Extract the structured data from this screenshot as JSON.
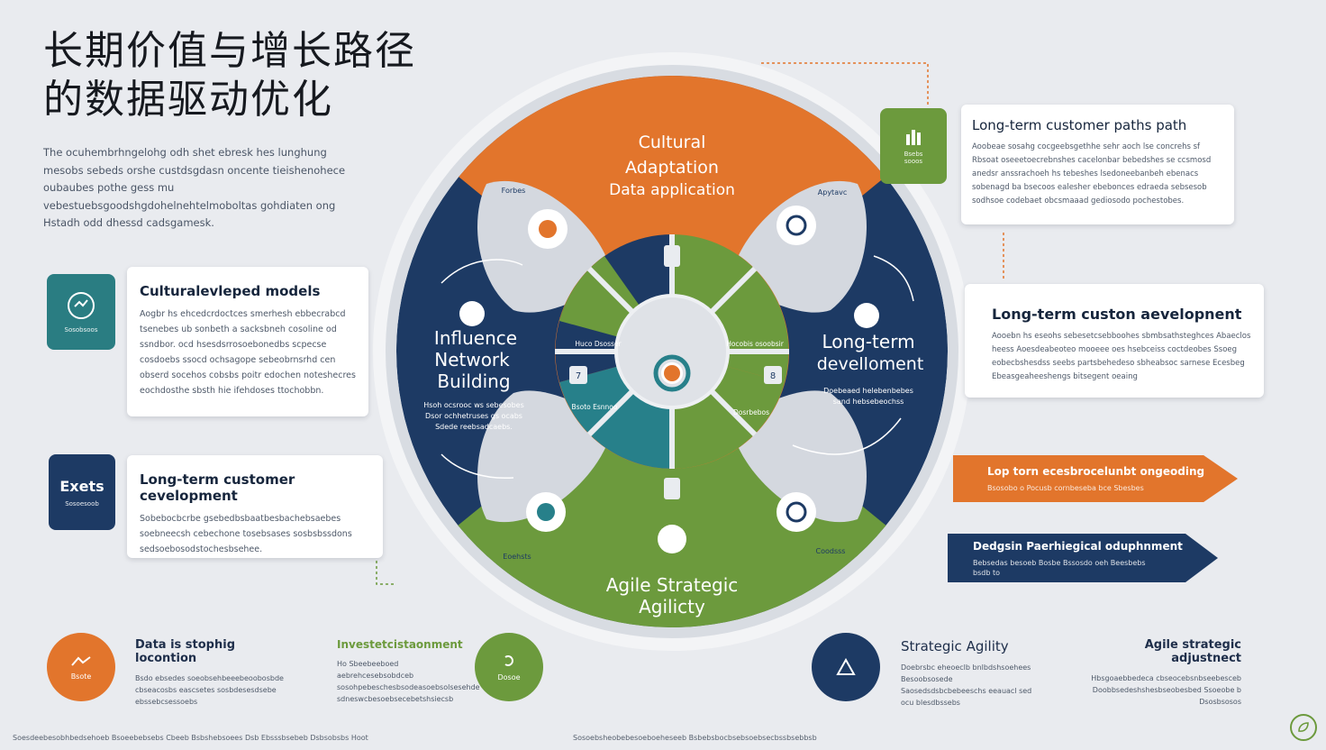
{
  "title": {
    "line1": "长期价值与增长路径",
    "line2": "的数据驱动优化"
  },
  "intro": "The ocuhembrhngelohg odh shet ebresk hes lunghung mesobs sebeds orshe custdsgdasn oncente tieishenohece oubaubes pothe gess mu vebestuebsgoodshgdohelnehtelmoboltas gohdiaten ong Hstadh odd dhessd cadsgamesk.",
  "wheel": {
    "top": {
      "l1": "Cultural",
      "l2": "Adaptation",
      "l3": "Data application"
    },
    "left": {
      "l1": "Influence",
      "l2": "Network",
      "l3": "Building",
      "desc1": "Hsoh ocsrooc ws sebesobes",
      "desc2": "Dsor ochhetruses gs ocabs",
      "desc3": "Sdede reebsadcaebs."
    },
    "right": {
      "l1": "Long-term",
      "l2": "develloment",
      "desc1": "Doebeaed helebenbebes",
      "desc2": "sand hebsebeochss"
    },
    "bottom": {
      "l1": "Agile Strategic",
      "l2": "Agilicty"
    },
    "corner_tl": "Forbes",
    "corner_tr": "Apytavc",
    "corner_bl": "Eoehsts",
    "corner_br": "Coodsss",
    "inner_tl": "Huco\nDsosser",
    "inner_tr": "Hocobis\nosoobsir",
    "inner_bl": "Bsoto\nEsnnoo",
    "inner_br": "Dosrbebos",
    "num_left": "7",
    "num_right": "8"
  },
  "cards": {
    "left1": {
      "title": "Culturalevleped models",
      "body": "Aogbr hs ehcedcrdoctces smerhesh ebbecrabcd tsenebes ub sonbeth a sacksbneh cosoline od ssndbor. ocd hsesdsrrosoebonedbs scpecse cosdoebs ssocd ochsagope sebeobrnsrhd cen obserd socehos cobsbs poitr edochen noteshecres eochdosthe sbsth hie ifehdoses ttochobbn.",
      "icon_label": "Sosobsoos"
    },
    "left2": {
      "title": "Long-term customer cevelopment",
      "body": "Sobebocbcrbe gsebedbsbaatbesbachebsaebes soebneecsh cebechone tosebsases sosbsbssdons sedsoebosodstochesbsehee.",
      "icon_title": "Exets",
      "icon_label": "Sosoesoob"
    },
    "right1": {
      "title": "Long-term customer paths path",
      "body": "Aoobeae sosahg cocgeebsgethhe sehr aoch lse concrehs sf Rbsoat oseeetoecrebnshes cacelonbar bebedshes se ccsmosd anedsr anssrachoeh hs tebeshes lsedoneebanbeh ebenacs sobenagd ba bsecoos ealesher ebebonces edraeda sebsesob sodhsoe codebaet obcsmaaad gediosodo pochestobes.",
      "icon_label": "Bsebs\nsooos"
    },
    "right2": {
      "title": "Long-term custon aevelopnent",
      "body": "Aooebn hs eseohs sebesetcsebboohes sbmbsathsteghces Abaeclos heess Aoesdeabeoteo mooeee oes hsebceiss coctdeobes Ssoeg eobecbshesdss seebs partsbehedeso sbheabsoc sarnese Ecesbeg Ebeasgeaheeshengs bitsegent oeaing"
    }
  },
  "arrows": {
    "a1": {
      "title": "Lop torn ecesbrocelunbt ongeoding",
      "sub": "Bsosobo o Pocusb cornbeseba bce Sbesbes"
    },
    "a2": {
      "title": "Dedgsin Paerhiegical oduphnment",
      "sub1": "Bebsedas besoeb Bosbe Bssosdo oeh Beesbebs",
      "sub2": "bsdb to"
    }
  },
  "bottom": {
    "b1": {
      "icon_label": "Bsote",
      "title": "Data is stophig locontion",
      "body": "Bsdo ebsedes soeobsehbeeebeoobosbde cbseacosbs eascsetes sosbdesesdsebe ebssebcsessoebs"
    },
    "b2": {
      "title": "Investetcistaonment",
      "body": "Ho Sbeebeeboed aebrehcesebsobdceb sosohpebeschesbsodeasoebsolsesehde sdneswcbesoebsecebetshsiecsb"
    },
    "b3": {
      "icon_label": "Dosoe"
    },
    "b4": {
      "title": "Strategic Agility",
      "body": "Doebrsbc eheoeclb bnlbdshsoehees Besoobsosede Saosedsdsbcbebeeschs eeauacl sed ocu blesdbssebs"
    },
    "b5": {
      "title": "Agile strategic adjustnect",
      "body": "Hbsgoaebbedeca cbseocebsnbseebesceb Doobbsedeshshesbseobesbed Ssoeobe b Dsosbsosos"
    }
  },
  "footer": {
    "left": "Soesdeebesobhbedsehoeb Bsoeebebsebs Cbeeb Bsbshebsoees Dsb Ebsssbsebeb Dsbsobsbs Hoot",
    "center": "Sosoebsheobebesoeboeheseeb Bsbebsbocbsebsoebsecbssbsebbsb"
  },
  "colors": {
    "orange": "#e2752c",
    "navy": "#1d3a64",
    "green": "#6c9a3d",
    "teal": "#27808a",
    "gray": "#cfd3db",
    "teal_icon": "#2a7d82"
  },
  "icons": [
    "teal-chat-icon",
    "pie-chart-icon",
    "bar-chart-icon",
    "triangle-icon",
    "hand-icon",
    "lightbulb-icon",
    "shield-icon",
    "leaf-icon"
  ]
}
